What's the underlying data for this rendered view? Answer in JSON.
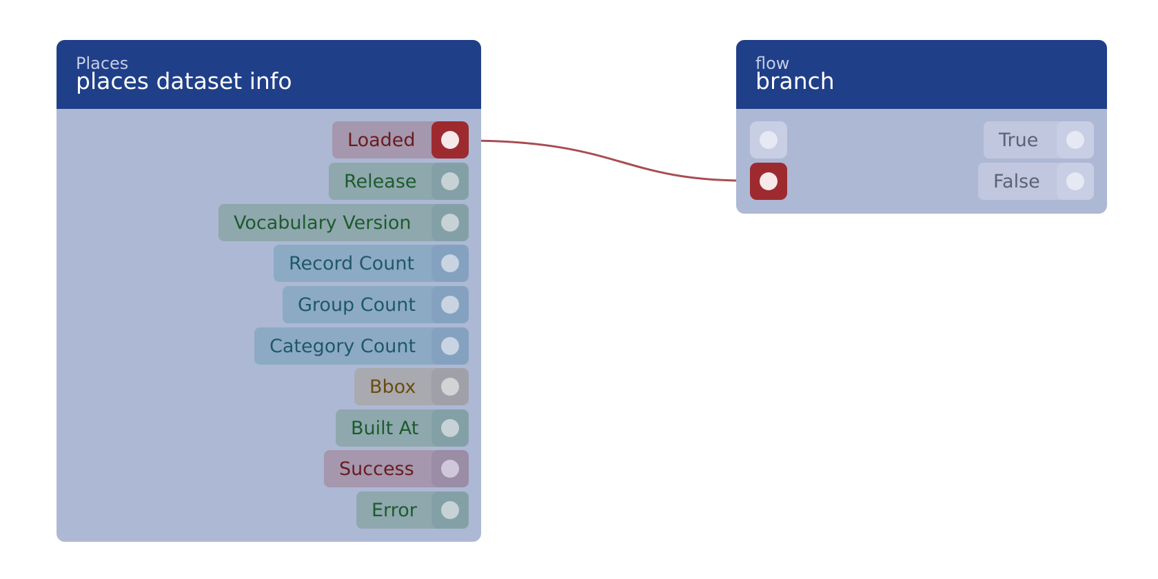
{
  "nodes": {
    "places": {
      "category": "Places",
      "title": "places dataset info",
      "outputs": [
        {
          "label": "Loaded",
          "type": "flow",
          "connected": true
        },
        {
          "label": "Release",
          "type": "string",
          "connected": false
        },
        {
          "label": "Vocabulary Version",
          "type": "string",
          "connected": false
        },
        {
          "label": "Record Count",
          "type": "number",
          "connected": false
        },
        {
          "label": "Group Count",
          "type": "number",
          "connected": false
        },
        {
          "label": "Category Count",
          "type": "number",
          "connected": false
        },
        {
          "label": "Bbox",
          "type": "bbox",
          "connected": false
        },
        {
          "label": "Built At",
          "type": "string",
          "connected": false
        },
        {
          "label": "Success",
          "type": "flow",
          "connected": false
        },
        {
          "label": "Error",
          "type": "string",
          "connected": false
        }
      ]
    },
    "branch": {
      "category": "flow",
      "title": "branch",
      "inputs": [
        {
          "label": "",
          "type": "flow",
          "connected": false
        },
        {
          "label": "",
          "type": "flow",
          "connected": true
        }
      ],
      "outputs": [
        {
          "label": "True",
          "type": "flow",
          "connected": false
        },
        {
          "label": "False",
          "type": "flow",
          "connected": false
        }
      ]
    }
  },
  "connections": [
    {
      "from": "places.Loaded",
      "to": "branch.input-2",
      "color": "#a84c52"
    }
  ],
  "colors": {
    "header": "#1f3f88",
    "node_body": "#adb8d4",
    "flow_active": "#9d2a2f",
    "wire": "#a84c52"
  },
  "icons": [
    "socket-dot-icon"
  ]
}
